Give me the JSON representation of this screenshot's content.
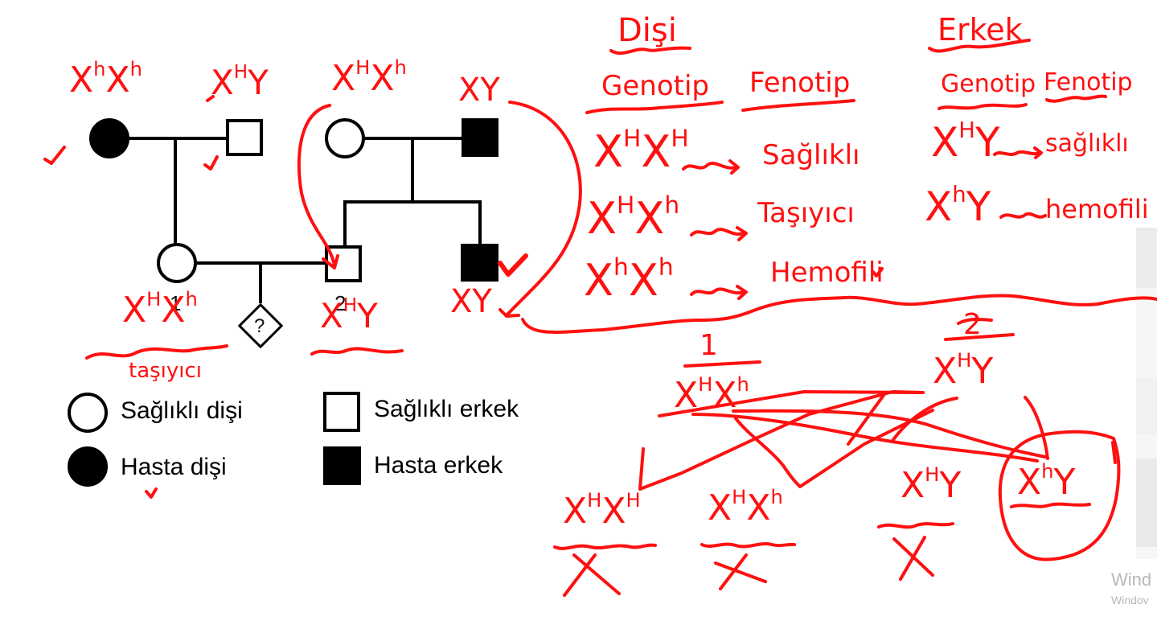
{
  "pedigree": {
    "labels": {
      "individual_1": "1",
      "individual_2": "2",
      "unknown_child": "?"
    },
    "annotations": {
      "gen1_left_female": "XhXh",
      "gen1_left_male": "XHY",
      "gen1_right_female": "XHXh",
      "gen1_right_male": "XY",
      "gen2_affected_male": "XY",
      "individual_1_genotype": "XHXh",
      "individual_1_phenotype": "taşıyıcı",
      "individual_2_genotype": "XHY"
    }
  },
  "legend": {
    "items": [
      {
        "symbol": "open-circle",
        "label": "Sağlıklı dişi"
      },
      {
        "symbol": "open-square",
        "label": "Sağlıklı erkek"
      },
      {
        "symbol": "filled-circle",
        "label": "Hasta dişi"
      },
      {
        "symbol": "filled-square",
        "label": "Hasta erkek"
      }
    ]
  },
  "notes": {
    "female": {
      "title": "Dişi",
      "genotype_header": "Genotip",
      "phenotype_header": "Fenotip",
      "rows": [
        {
          "genotype": "XHXH",
          "phenotype": "Sağlıklı"
        },
        {
          "genotype": "XHXh",
          "phenotype": "Taşıyıcı"
        },
        {
          "genotype": "XhXh",
          "phenotype": "Hemofili"
        }
      ]
    },
    "male": {
      "title": "Erkek",
      "genotype_header": "Genotip",
      "phenotype_header": "Fenotip",
      "rows": [
        {
          "genotype": "XHY",
          "phenotype": "sağlıklı"
        },
        {
          "genotype": "XhY",
          "phenotype": "hemofili"
        }
      ]
    }
  },
  "cross": {
    "parent_1": {
      "label": "1",
      "genotype": "XHXh"
    },
    "parent_2": {
      "label": "2",
      "genotype": "XHY"
    },
    "offspring": [
      {
        "genotype": "XHXH",
        "crossed_out": true
      },
      {
        "genotype": "XHXh",
        "crossed_out": true
      },
      {
        "genotype": "XHY",
        "crossed_out": true
      },
      {
        "genotype": "XhY",
        "circled": true
      }
    ]
  },
  "watermark": {
    "line1": "Wind",
    "line2": "Windov"
  },
  "colors": {
    "ink": "#ff1010",
    "symbol": "#000000",
    "background": "#ffffff"
  }
}
